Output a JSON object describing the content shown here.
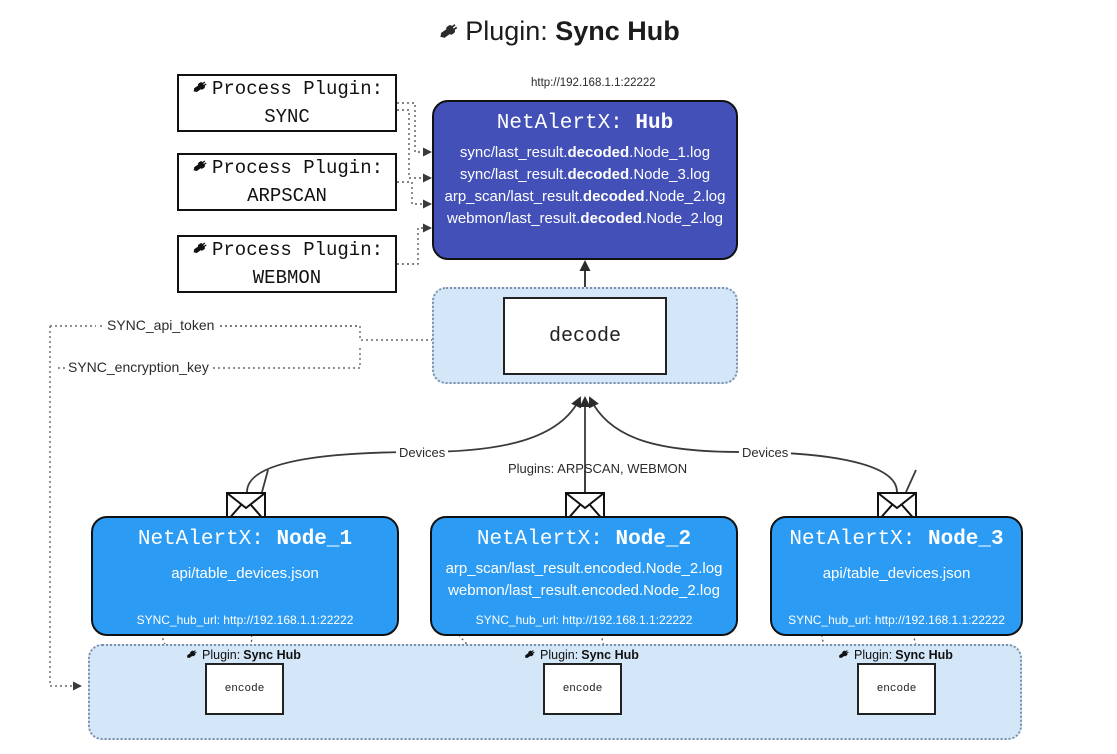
{
  "title": {
    "icon": "plug-icon",
    "prefix": "Plugin:",
    "name": "Sync Hub"
  },
  "process_plugins": [
    {
      "line1": "Process Plugin:",
      "line2": "SYNC",
      "icon": "plug-icon"
    },
    {
      "line1": "Process Plugin:",
      "line2": "ARPSCAN",
      "icon": "plug-icon"
    },
    {
      "line1": "Process Plugin:",
      "line2": "WEBMON",
      "icon": "plug-icon"
    }
  ],
  "hub": {
    "url": "http://192.168.1.1:22222",
    "title_prefix": "NetAlertX:",
    "title_name": "Hub",
    "logs": [
      {
        "pre": "sync/last_result.",
        "strong": "decoded",
        "post": ".Node_1.log"
      },
      {
        "pre": "sync/last_result.",
        "strong": "decoded",
        "post": ".Node_3.log"
      },
      {
        "pre": "arp_scan/last_result.",
        "strong": "decoded",
        "post": ".Node_2.log"
      },
      {
        "pre": "webmon/last_result.",
        "strong": "decoded",
        "post": ".Node_2.log"
      }
    ]
  },
  "decode": {
    "label": "decode"
  },
  "secrets": [
    {
      "label": "SYNC_api_token"
    },
    {
      "label": "SYNC_encryption_key"
    }
  ],
  "edge_labels": {
    "devices_left": "Devices",
    "devices_right": "Devices",
    "plugins_center": "Plugins: ARPSCAN, WEBMON"
  },
  "nodes": [
    {
      "title_prefix": "NetAlertX:",
      "title_name": "Node_1",
      "lines": [
        "api/table_devices.json"
      ],
      "hub_url": "SYNC_hub_url: http://192.168.1.1:22222",
      "icon": "envelope-icon"
    },
    {
      "title_prefix": "NetAlertX:",
      "title_name": "Node_2",
      "lines": [
        "arp_scan/last_result.encoded.Node_2.log",
        "webmon/last_result.encoded.Node_2.log"
      ],
      "hub_url": "SYNC_hub_url: http://192.168.1.1:22222",
      "icon": "envelope-icon"
    },
    {
      "title_prefix": "NetAlertX:",
      "title_name": "Node_3",
      "lines": [
        "api/table_devices.json"
      ],
      "hub_url": "SYNC_hub_url: http://192.168.1.1:22222",
      "icon": "envelope-icon"
    }
  ],
  "encoders": [
    {
      "tag_prefix": "Plugin:",
      "tag_name": "Sync Hub",
      "label": "encode",
      "icon": "plug-icon"
    },
    {
      "tag_prefix": "Plugin:",
      "tag_name": "Sync Hub",
      "label": "encode",
      "icon": "plug-icon"
    },
    {
      "tag_prefix": "Plugin:",
      "tag_name": "Sync Hub",
      "label": "encode",
      "icon": "plug-icon"
    }
  ],
  "colors": {
    "hub_fill": "#4350b8",
    "node_fill": "#2b9bf4",
    "pill_fill": "#d4e7f8",
    "stroke": "#111111"
  }
}
